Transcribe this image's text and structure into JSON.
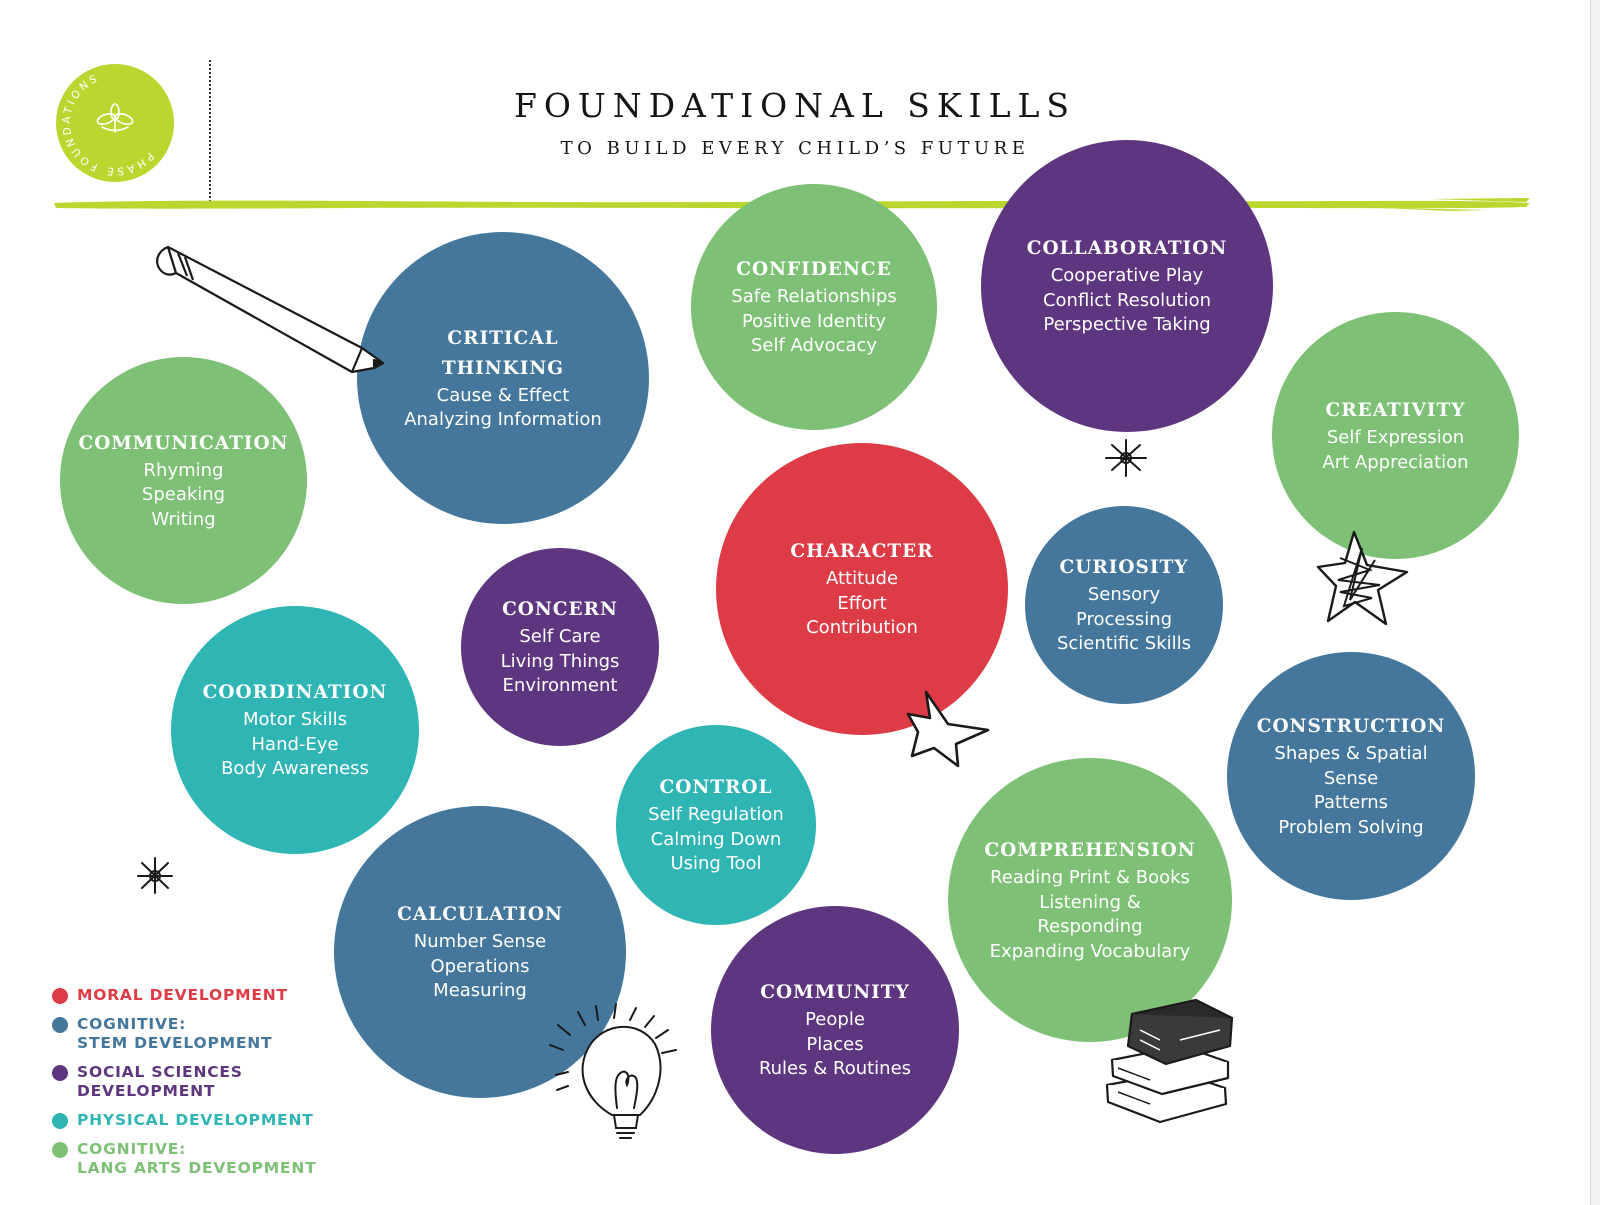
{
  "logo": {
    "ring_text": "PHASE FOUNDATIONS",
    "icon": "leaf-sprout-icon",
    "color": "#bcd630"
  },
  "header": {
    "title": "FOUNDATIONAL SKILLS",
    "subtitle": "TO BUILD EVERY CHILD’S FUTURE",
    "accent_color": "#bcd630"
  },
  "colors": {
    "moral": "#dd3b46",
    "stem": "#44779b",
    "social": "#5e367f",
    "physical": "#2fb5b4",
    "lang": "#7ec176"
  },
  "skills": {
    "critical_thinking": {
      "title": "CRITICAL THINKING",
      "items": [
        "Cause & Effect",
        "Analyzing Information"
      ]
    },
    "confidence": {
      "title": "CONFIDENCE",
      "items": [
        "Safe Relationships",
        "Positive Identity",
        "Self Advocacy"
      ]
    },
    "collaboration": {
      "title": "COLLABORATION",
      "items": [
        "Cooperative Play",
        "Conflict Resolution",
        "Perspective Taking"
      ]
    },
    "communication": {
      "title": "COMMUNICATION",
      "items": [
        "Rhyming",
        "Speaking",
        "Writing"
      ]
    },
    "creativity": {
      "title": "CREATIVITY",
      "items": [
        "Self Expression",
        "Art Appreciation"
      ]
    },
    "character": {
      "title": "CHARACTER",
      "items": [
        "Attitude",
        "Effort",
        "Contribution"
      ]
    },
    "curiosity": {
      "title": "CURIOSITY",
      "items": [
        "Sensory",
        "Processing",
        "Scientific Skills"
      ]
    },
    "concern": {
      "title": "CONCERN",
      "items": [
        "Self Care",
        "Living Things",
        "Environment"
      ]
    },
    "coordination": {
      "title": "COORDINATION",
      "items": [
        "Motor Skills",
        "Hand-Eye",
        "Body Awareness"
      ]
    },
    "control": {
      "title": "CONTROL",
      "items": [
        "Self Regulation",
        "Calming Down",
        "Using Tool"
      ]
    },
    "construction": {
      "title": "CONSTRUCTION",
      "items": [
        "Shapes & Spatial",
        "Sense",
        "Patterns",
        "Problem Solving"
      ]
    },
    "comprehension": {
      "title": "COMPREHENSION",
      "items": [
        "Reading Print & Books",
        "Listening &",
        "Responding",
        "Expanding Vocabulary"
      ]
    },
    "calculation": {
      "title": "CALCULATION",
      "items": [
        "Number Sense",
        "Operations",
        "Measuring"
      ]
    },
    "community": {
      "title": "COMMUNITY",
      "items": [
        "People",
        "Places",
        "Rules & Routines"
      ]
    }
  },
  "legend": [
    {
      "lines": [
        "MORAL DEVELOPMENT"
      ],
      "color": "#dd3b46"
    },
    {
      "lines": [
        "COGNITIVE:",
        "STEM DEVELOPMENT"
      ],
      "color": "#44779b"
    },
    {
      "lines": [
        "SOCIAL SCIENCES",
        "DEVELOPMENT"
      ],
      "color": "#5e367f"
    },
    {
      "lines": [
        "PHYSICAL DEVELOPMENT"
      ],
      "color": "#2fb5b4"
    },
    {
      "lines": [
        "COGNITIVE:",
        "LANG ARTS DEVEOPMENT"
      ],
      "color": "#7ec176"
    }
  ],
  "doodles": [
    "pencil-icon",
    "lightbulb-icon",
    "books-stack-icon",
    "star-outline-icon",
    "scribbled-star-icon",
    "sparkle-icon"
  ]
}
